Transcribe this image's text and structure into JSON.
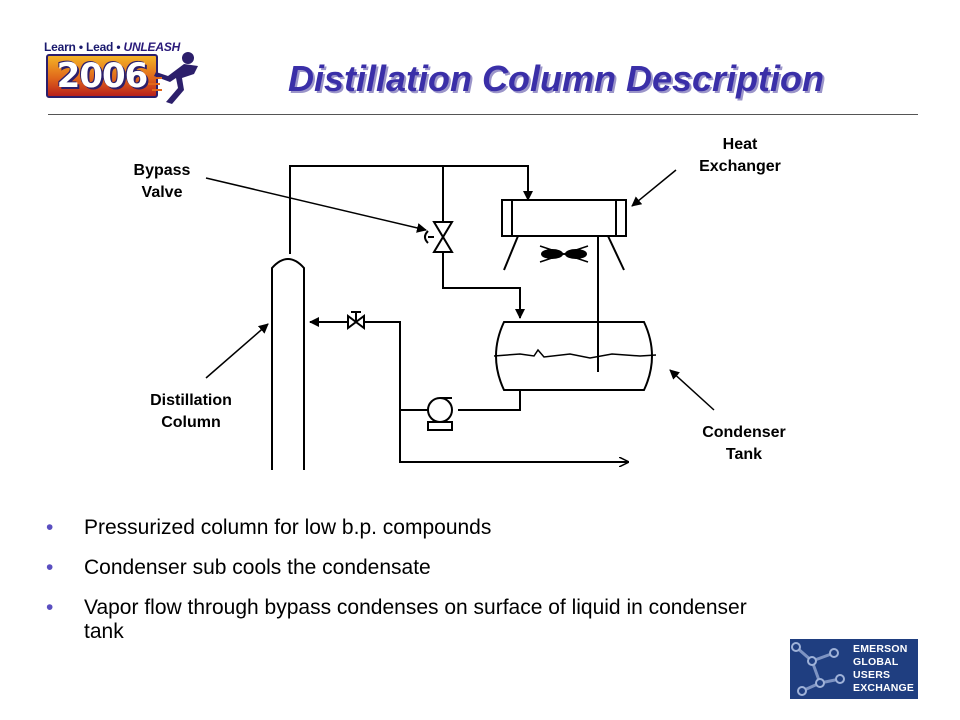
{
  "logo": {
    "tagline_learn": "Learn",
    "tagline_lead": "Lead",
    "tagline_unleash": "UNLEASH",
    "bullet_sep": "•",
    "year": "2006"
  },
  "title": "Distillation Column Description",
  "diagram": {
    "labels": {
      "bypass_valve": [
        "Bypass",
        "Valve"
      ],
      "heat_exchanger": [
        "Heat",
        "Exchanger"
      ],
      "distillation_column": [
        "Distillation",
        "Column"
      ],
      "condenser_tank": [
        "Condenser",
        "Tank"
      ]
    }
  },
  "bullets": [
    "Pressurized column for low b.p. compounds",
    "Condenser sub cools the condensate",
    "Vapor flow through bypass condenses on surface of liquid in condenser tank"
  ],
  "bullet_char": "•",
  "corner_logo": {
    "lines": [
      "EMERSON",
      "GLOBAL",
      "USERS",
      "EXCHANGE"
    ],
    "bg_color": "#1f3e80"
  },
  "colors": {
    "title": "#3a2fa8",
    "bullet": "#5a4fc0"
  }
}
